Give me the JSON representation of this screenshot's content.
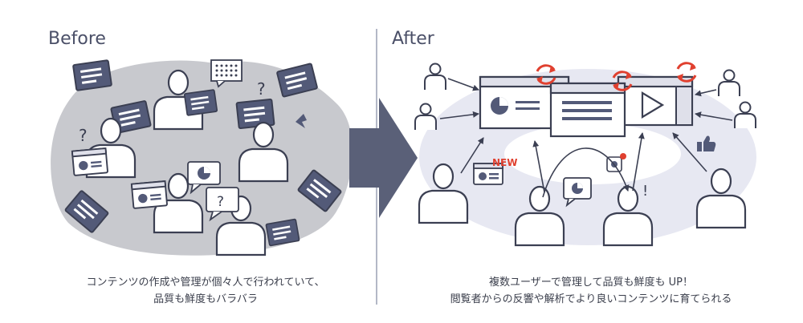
{
  "before": {
    "title": "Before",
    "caption_line1": "コンテンツの作成や管理が個々人で行われていて、",
    "caption_line2": "品質も鮮度もバラバラ"
  },
  "after": {
    "title": "After",
    "caption_line1": "複数ユーザーで管理して品質も鮮度も UP！",
    "caption_line2": "閲覧者からの反響や解析でより良いコンテンツに育てられる",
    "new_badge": "NEW"
  },
  "symbols": {
    "question": "?",
    "exclaim": "!"
  },
  "colors": {
    "ink": "#3b3f52",
    "blob_before": "#c8c9ce",
    "blob_after": "#e7e8f2",
    "arrow": "#5a6078",
    "accent_red": "#e0402f",
    "dark_card": "#535a78"
  }
}
